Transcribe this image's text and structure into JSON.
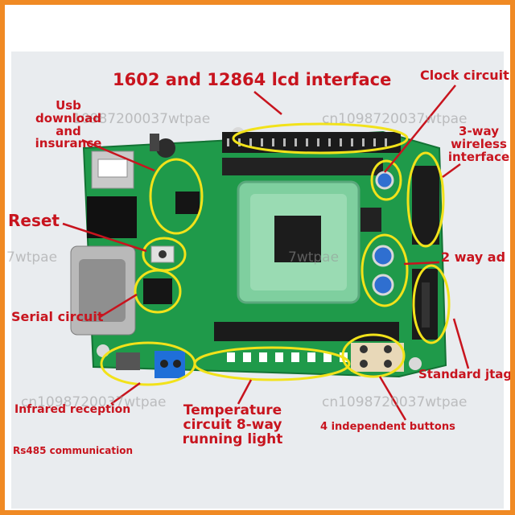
{
  "labels": {
    "lcd": "1602 and 12864 lcd interface",
    "clock": "Clock circuit",
    "usb_line1": "Usb",
    "usb_line2": "download",
    "usb_line3": "and",
    "usb_line4": "insurance",
    "wireless_line1": "3-way",
    "wireless_line2": "wireless",
    "wireless_line3": "interface",
    "reset": "Reset",
    "ad": "2 way ad",
    "serial": "Serial circuit",
    "jtag": "Standard jtag",
    "infrared": "Infrared reception",
    "temp_line1": "Temperature",
    "temp_line2": "circuit 8-way",
    "temp_line3": "running light",
    "buttons": "4 independent buttons",
    "rs485": "Rs485 communication"
  },
  "watermarks": {
    "wm1": "10987200037wtpae",
    "wm2": "cn1098720037wtpae",
    "wm3": "7wtpae",
    "wm4": "7wtpae",
    "wm5": "cn1098720037wtpae",
    "wm6": "cn1098720037wtpae"
  },
  "colors": {
    "frame": "#f08a24",
    "label": "#c8141e",
    "highlight": "#f2e21a",
    "pcb": "#1f9a4a"
  }
}
